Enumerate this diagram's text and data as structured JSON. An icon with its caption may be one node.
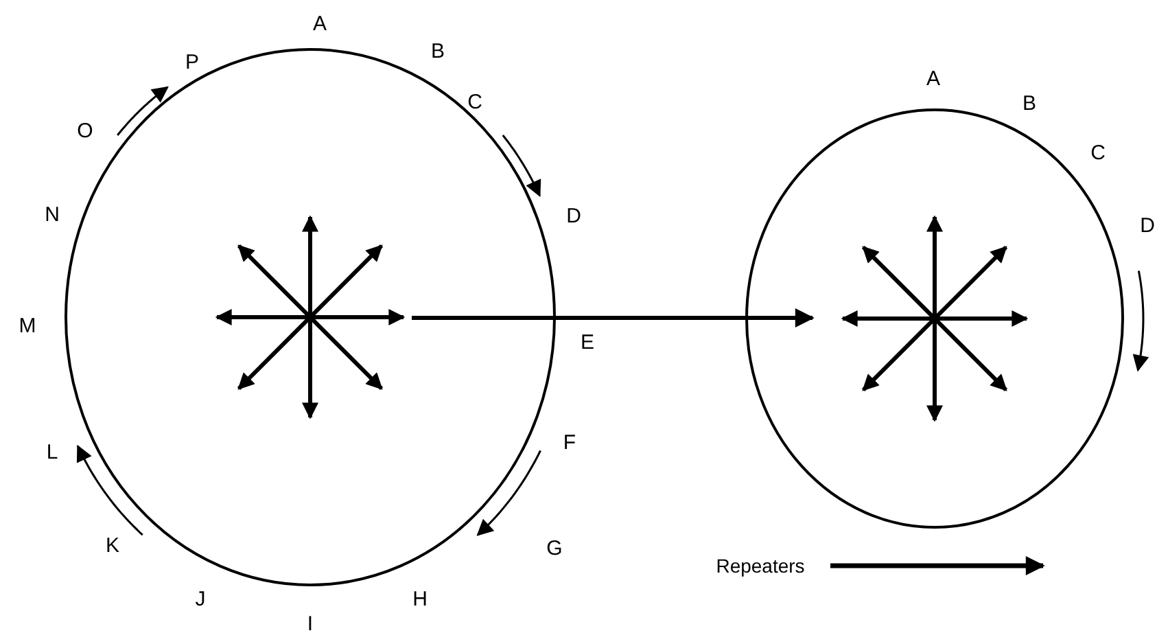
{
  "diagram": {
    "nodes": [
      {
        "text": [],
        "shape": "circle"
      },
      {
        "text": [],
        "shape": "picture",
        "in": 0
      },
      {
        "text": [],
        "shape": "circle"
      },
      {
        "text": [],
        "shape": "picture",
        "in": 2
      }
    ],
    "edges": [
      {
        "from": 1,
        "to": 3,
        "arrow": "to"
      }
    ],
    "labels": [
      "A",
      "B",
      "C",
      "D",
      "E",
      "F",
      "G",
      "H",
      "I",
      "J",
      "K",
      "L",
      "M",
      "N",
      "O",
      "P",
      "A",
      "B",
      "C",
      "D"
    ],
    "legend": [
      {
        "text": "Repeaters"
      }
    ]
  }
}
